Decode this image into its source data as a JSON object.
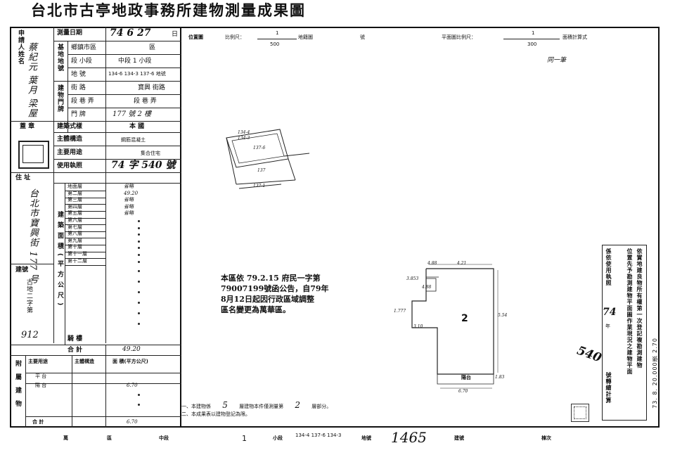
{
  "title": "台北市古亭地政事務所建物測量成果圖",
  "left": {
    "applicant_label": "申請人姓名",
    "applicant_handwriting": "蔡紀元 葉月 梁屋",
    "survey_date_label": "測量日期",
    "survey_date_value": "74 6 27",
    "date_day_unit": "日",
    "base_label": "基地地號",
    "township_label": "鄉鎮市區",
    "township_value": "區",
    "section_label": "段 小段",
    "section_value": "中段 1 小段",
    "lot_label": "地 號",
    "lot_value": "134-6 134-3 137-6 地號",
    "building_label": "建物門牌",
    "street_label": "街 路",
    "street_value": "寶興 街路",
    "lane_label": "段 巷 弄",
    "lane_value": "段 巷 弄",
    "door_label": "門 牌",
    "door_value": "177 號 2 樓",
    "seal_label": "蓋 章",
    "structure_style_label": "建築式樣",
    "structure_style_value": "本 國",
    "main_structure_label": "主體構造",
    "main_structure_value": "鋼筋混凝土",
    "main_use_label": "主要用途",
    "main_use_value": "集合住宅",
    "license_label": "使用執照",
    "license_value": "74 字 540 號",
    "address_label": "住 址",
    "address_handwriting": "台北市寶興街 177 号",
    "floor_header": "建築面積(平方公尺)",
    "floors": [
      "地面層",
      "第二層",
      "第三層",
      "第四層",
      "第五層",
      "第六層",
      "第七層",
      "第八層",
      "第九層",
      "第十層",
      "第十一層",
      "第十二層"
    ],
    "floor_values": [
      "省略",
      "49.20",
      "省略",
      "省略",
      "省略",
      "",
      "",
      "",
      "",
      "",
      "",
      ""
    ],
    "balcony_label": "騎 樓",
    "total_label": "合 計",
    "total_value": "49.20",
    "building_no_label": "建號",
    "building_no_value": "912",
    "building_no_prefix": "古地二字第",
    "annex_label": "附屬建物",
    "annex_use_label": "主要用途",
    "annex_struct_label": "主體構造",
    "annex_area_label": "面 積(平方公尺)",
    "annex_rows": [
      [
        "平 台",
        ""
      ],
      [
        "陽 台",
        "6.70"
      ]
    ],
    "annex_total_label": "合 計",
    "annex_total_value": "6.70"
  },
  "header": {
    "location_label": "位置圖",
    "scale_label": "比例尺：",
    "scale_num": "1",
    "scale_den": "500",
    "land_map_label": "地籍圖",
    "map_no_label": "號",
    "plan_scale_label": "平面圖比例尺：",
    "plan_scale_num": "1",
    "plan_scale_den": "300",
    "area_calc_label": "面積計算式",
    "handwriting_top": "同一筆"
  },
  "plan": {
    "unit_number": "2",
    "balcony_label": "陽台",
    "dims": [
      "4.88",
      "4.21",
      "3.853",
      "1.777",
      "3.10",
      "5.54",
      "6.70",
      "4.88",
      "1.83"
    ],
    "loc_lot_labels": [
      "134-4",
      "134-3",
      "137-6",
      "137",
      "137-1"
    ]
  },
  "notice": {
    "line1": "本區依 79.2.15 府民一字第",
    "line2": "79007199號函公告，自79年",
    "line3": "8月12日起因行政區域調整",
    "line4": "區名變更為萬華區。"
  },
  "notes": {
    "line1_pre": "一、本建物係",
    "line1_floors": "5",
    "line1_mid": "層建物本件僅測量第",
    "line1_floor": "2",
    "line1_post": "層部分。",
    "line2": "二、本成果表以建物登記為限。"
  },
  "right_note": {
    "col1": "依實地建良物所有權第一次登記複勘測建物",
    "col2": "位置先予勘測建物平面圖作業現況之建物平面",
    "col3": "係依使用執照",
    "year": "74",
    "year_unit": "年",
    "license_no": "540",
    "col4": "號轉繪計算"
  },
  "side_stamp": "73. 8. 20.000張 2.70",
  "bottom": {
    "district_label": "區",
    "district_value": "萬",
    "section_value": "中段",
    "small_section_no": "1",
    "small_section_label": "小段",
    "lots": "134-4 137-6 134-3",
    "lot_label": "地號",
    "lot_handwriting": "1465",
    "building_no_label": "建號",
    "batch_label": "棟次"
  }
}
